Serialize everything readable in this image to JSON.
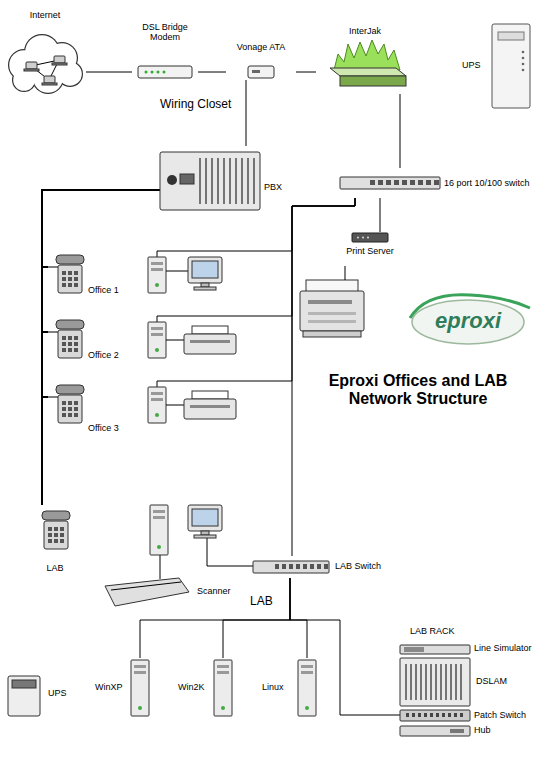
{
  "diagram": {
    "title": "Eproxi Offices and LAB Network Structure",
    "nodes": [
      {
        "text": [
          "Internet"
        ]
      },
      {
        "text": [
          "Wiring Closet"
        ]
      },
      {
        "text": [
          "DSL Bridge Modem"
        ],
        "in": 1
      },
      {
        "text": [
          "Vonage ATA"
        ],
        "in": 1
      },
      {
        "text": [
          "InterJak"
        ],
        "in": 1
      },
      {
        "text": [
          "UPS"
        ],
        "in": 1
      },
      {
        "text": [
          "PBX"
        ],
        "in": 1
      },
      {
        "text": [
          "16 port 10/100 switch"
        ],
        "in": 1
      },
      {
        "text": [
          "Print Server"
        ]
      },
      {
        "text": [
          "Office 1"
        ]
      },
      {
        "text": [
          "Office 2"
        ]
      },
      {
        "text": [
          "Office 3"
        ]
      },
      {
        "text": [
          "LAB"
        ]
      },
      {
        "text": [
          "LAB"
        ],
        "in": 12
      },
      {
        "text": [
          "Scanner"
        ],
        "in": 12
      },
      {
        "text": [
          "LAB Switch"
        ],
        "in": 12
      },
      {
        "text": [
          "Line Simulator"
        ],
        "in": 12
      },
      {
        "text": [
          "DSLAM"
        ],
        "in": 12
      },
      {
        "text": [
          "UPS"
        ],
        "in": 12
      },
      {
        "text": [
          "WinXP"
        ],
        "in": 12
      },
      {
        "text": [
          "Win2K"
        ],
        "in": 12
      },
      {
        "text": [
          "Linux"
        ],
        "in": 12
      },
      {
        "text": [
          "Patch Switch"
        ],
        "in": 12
      },
      {
        "text": [
          "Hub"
        ],
        "in": 12
      }
    ],
    "edges": [
      {
        "from": 0,
        "to": 2,
        "arrow": "none"
      },
      {
        "from": 2,
        "to": 3,
        "arrow": "none"
      },
      {
        "from": 3,
        "to": 4,
        "arrow": "none"
      },
      {
        "from": 3,
        "to": 6,
        "arrow": "none"
      },
      {
        "from": 4,
        "to": 7,
        "arrow": "none"
      },
      {
        "from": 7,
        "to": 8,
        "arrow": "none"
      },
      {
        "from": 6,
        "to": 9,
        "arrow": "none"
      },
      {
        "from": 6,
        "to": 10,
        "arrow": "none"
      },
      {
        "from": 6,
        "to": 11,
        "arrow": "none"
      },
      {
        "from": 6,
        "to": 13,
        "arrow": "none"
      },
      {
        "from": 7,
        "to": 9,
        "arrow": "none"
      },
      {
        "from": 7,
        "to": 10,
        "arrow": "none"
      },
      {
        "from": 7,
        "to": 11,
        "arrow": "none"
      },
      {
        "from": 7,
        "to": 15,
        "arrow": "none"
      },
      {
        "from": 15,
        "to": 19,
        "arrow": "none"
      },
      {
        "from": 15,
        "to": 20,
        "arrow": "none"
      },
      {
        "from": 15,
        "to": 21,
        "arrow": "none"
      },
      {
        "from": 15,
        "to": 22,
        "arrow": "none"
      }
    ],
    "labels": [
      "eproxi",
      "LAB RACK"
    ]
  }
}
